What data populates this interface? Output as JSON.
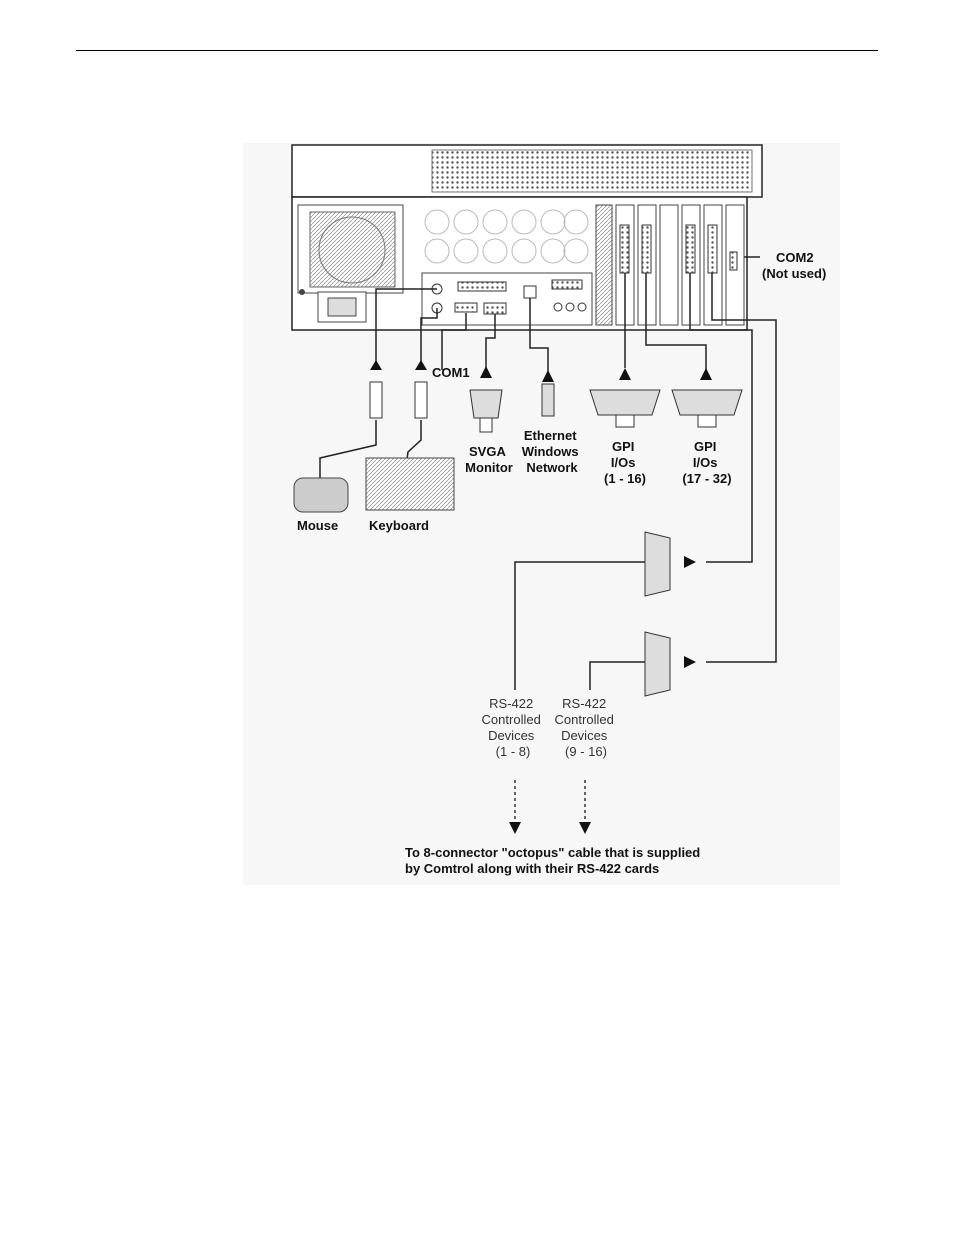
{
  "labels": {
    "com2": [
      "COM2",
      "(Not used)"
    ],
    "com1": "COM1",
    "mouse": "Mouse",
    "keyboard": "Keyboard",
    "svga": [
      "SVGA",
      "Monitor"
    ],
    "ethernet": [
      "Ethernet",
      "Windows",
      "Network"
    ],
    "gpi1": [
      "GPI",
      "I/Os",
      "(1 - 16)"
    ],
    "gpi2": [
      "GPI",
      "I/Os",
      "(17 - 32)"
    ],
    "rs422a": [
      "RS-422",
      "Controlled",
      "Devices",
      "(1 - 8)"
    ],
    "rs422b": [
      "RS-422",
      "Controlled",
      "Devices",
      "(9 - 16)"
    ],
    "octopus": [
      "To 8-connector \"octopus\" cable that is supplied",
      "by Comtrol along with their RS-422 cards"
    ]
  }
}
